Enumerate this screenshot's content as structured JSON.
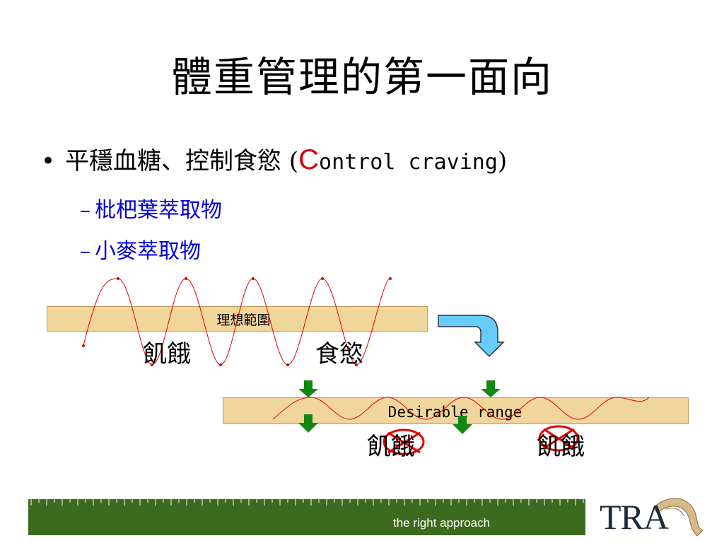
{
  "title": "體重管理的第一面向",
  "bullet": {
    "marker": "•",
    "text_zh": "平穩血糖、控制食慾 (",
    "text_c": "C",
    "text_rest": "ontrol craving",
    "text_close": ")"
  },
  "sub_items": [
    {
      "dash": "–",
      "label": "枇杷葉萃取物"
    },
    {
      "dash": "–",
      "label": "小麥萃取物"
    }
  ],
  "diagram": {
    "range_top_label": "理想範圍",
    "range_bottom_label": "Desirable range",
    "hunger": "飢餓",
    "craving": "食慾",
    "hunger_crossed_1": "飢餓",
    "hunger_crossed_2": "飢餓",
    "wave_color": "#e00000",
    "arrow_green": "#118811",
    "arrow_blue": "#66ccff",
    "band_color": "#f1d69b"
  },
  "footer": {
    "tagline": "the right approach",
    "logo": "TRA"
  }
}
